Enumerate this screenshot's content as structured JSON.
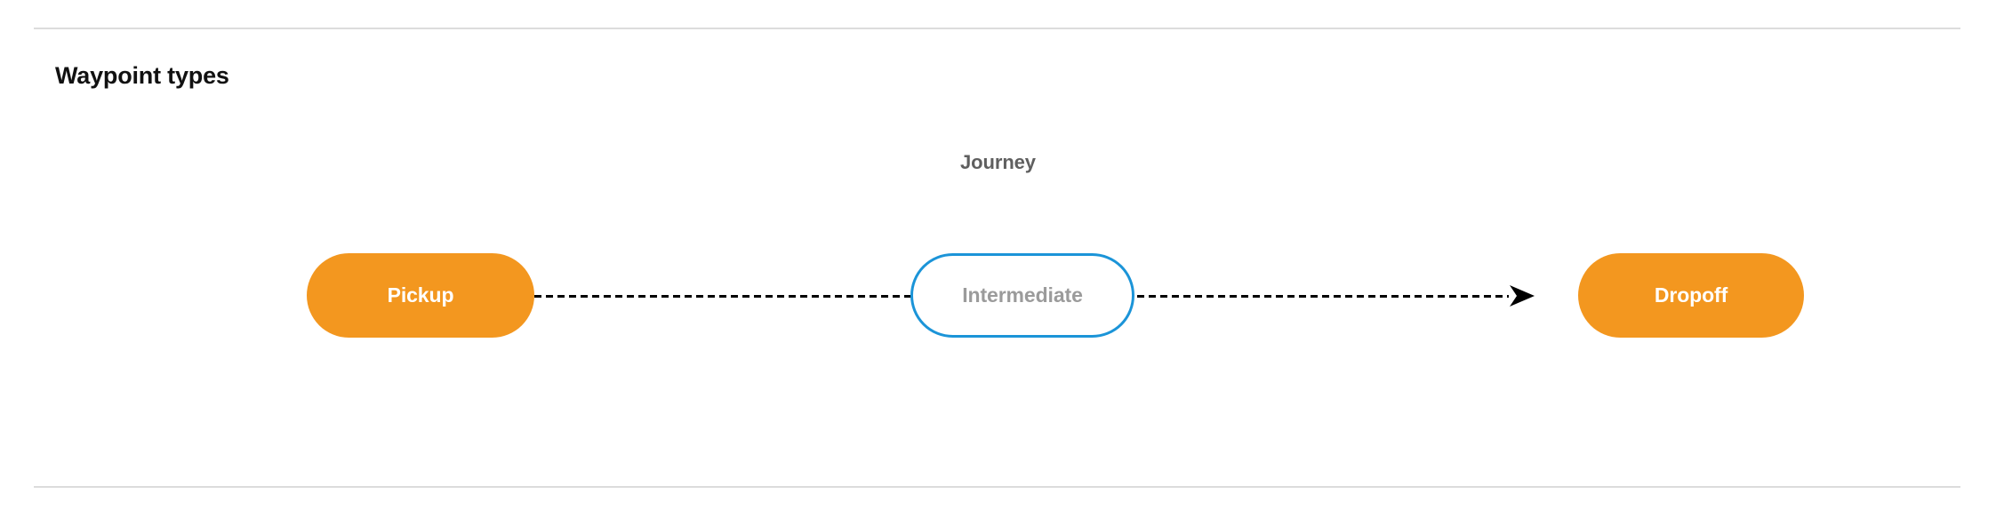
{
  "section": {
    "title": "Waypoint types"
  },
  "diagram": {
    "group_label": "Journey",
    "nodes": [
      {
        "id": "pickup",
        "label": "Pickup",
        "style": "filled",
        "color": "#f3971f",
        "text_color": "#ffffff"
      },
      {
        "id": "intermediate",
        "label": "Intermediate",
        "style": "outlined",
        "color": "#1b94d8",
        "text_color": "#9b9b9b"
      },
      {
        "id": "dropoff",
        "label": "Dropoff",
        "style": "filled",
        "color": "#f3971f",
        "text_color": "#ffffff"
      }
    ],
    "edges": [
      {
        "from": "pickup",
        "to": "intermediate",
        "style": "dashed",
        "arrow": false,
        "color": "#000000"
      },
      {
        "from": "intermediate",
        "to": "dropoff",
        "style": "dashed",
        "arrow": true,
        "color": "#000000"
      }
    ]
  },
  "theme": {
    "background": "#ffffff",
    "divider_color": "#dcdcdc",
    "title_color": "#111111",
    "group_label_color": "#5f5f5f"
  }
}
